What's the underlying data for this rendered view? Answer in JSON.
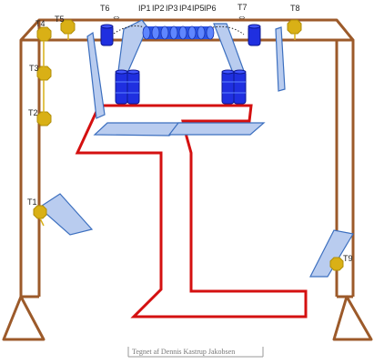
{
  "colors": {
    "frame": "#9c5a2a",
    "target": "#d9b016",
    "panel_fill": "#b9ccef",
    "panel_stroke": "#3c6fbf",
    "drum": "#1f2fe0",
    "emitter": "#2a52e6",
    "platform": "#d41010"
  },
  "diagram": {
    "title_credit": "Tegnet af Dennis Kastrup Jakobsen",
    "targets": {
      "t1": "T1",
      "t2": "T2",
      "t3": "T3",
      "t4": "T4",
      "t5": "T5",
      "t6": "T6",
      "t7": "T7",
      "t8": "T8",
      "t9": "T9"
    },
    "ip_labels": [
      "IP1",
      "IP2",
      "IP3",
      "IP4",
      "IP5",
      "IP6"
    ],
    "double_arrow_icon": "⇔"
  }
}
